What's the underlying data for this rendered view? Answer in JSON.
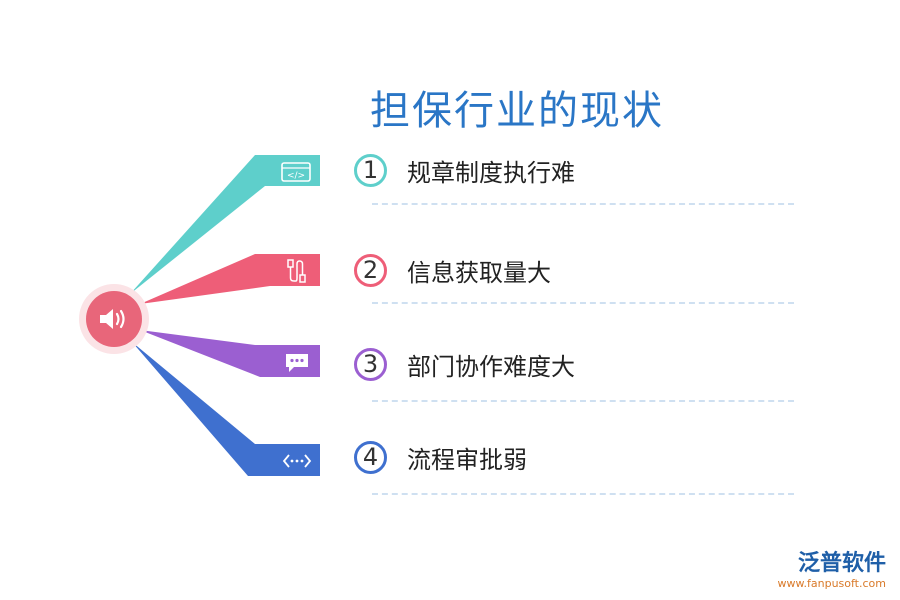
{
  "title": "担保行业的现状",
  "hub_icon": "speaker-icon",
  "items": [
    {
      "number": "1",
      "label": "规章制度执行难",
      "color": "#5ecfcb",
      "icon": "code-icon"
    },
    {
      "number": "2",
      "label": "信息获取量大",
      "color": "#ee5e78",
      "icon": "usb-cable-icon"
    },
    {
      "number": "3",
      "label": "部门协作难度大",
      "color": "#9b5fd1",
      "icon": "chat-bubble-icon"
    },
    {
      "number": "4",
      "label": "流程审批弱",
      "color": "#3f70cf",
      "icon": "network-arrows-icon"
    }
  ],
  "logo": {
    "text": "泛普软件",
    "url": "www.fanpusoft.com"
  }
}
